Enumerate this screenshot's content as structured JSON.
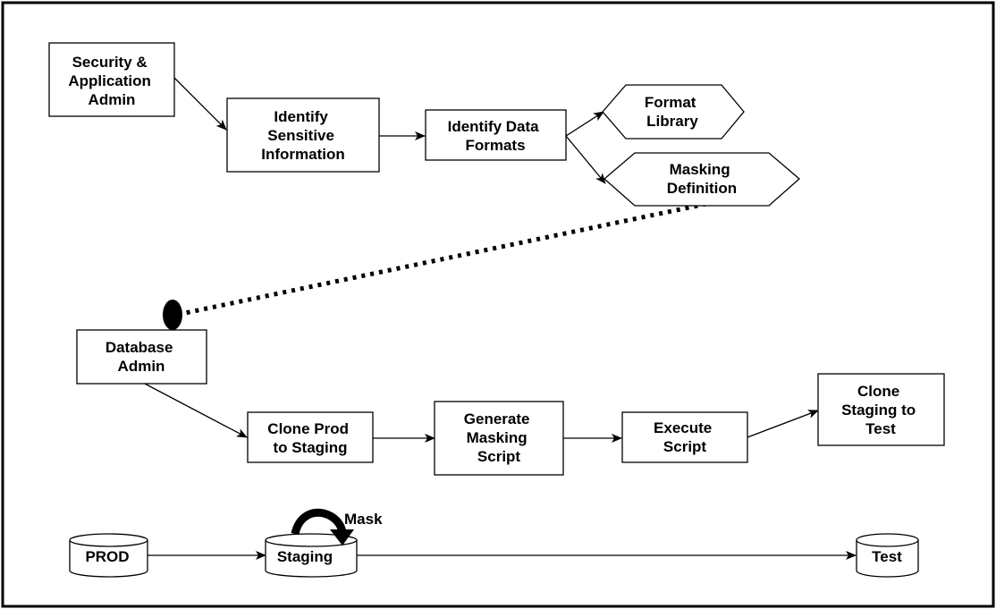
{
  "diagram": {
    "nodes": {
      "security_admin": [
        "Security &",
        "Application",
        "Admin"
      ],
      "identify_sensitive": [
        "Identify",
        "Sensitive",
        "Information"
      ],
      "identify_formats": [
        "Identify Data",
        "Formats"
      ],
      "format_library": [
        "Format",
        "Library"
      ],
      "masking_definition": [
        "Masking",
        "Definition"
      ],
      "database_admin": [
        "Database",
        "Admin"
      ],
      "clone_prod": [
        "Clone Prod",
        "to Staging"
      ],
      "generate_script": [
        "Generate",
        "Masking",
        "Script"
      ],
      "execute_script": [
        "Execute",
        "Script"
      ],
      "clone_staging_test": [
        "Clone",
        "Staging to",
        "Test"
      ],
      "db_prod": [
        "PROD"
      ],
      "db_staging": [
        "Staging"
      ],
      "db_test": [
        "Test"
      ]
    },
    "mask_label": "Mask"
  }
}
